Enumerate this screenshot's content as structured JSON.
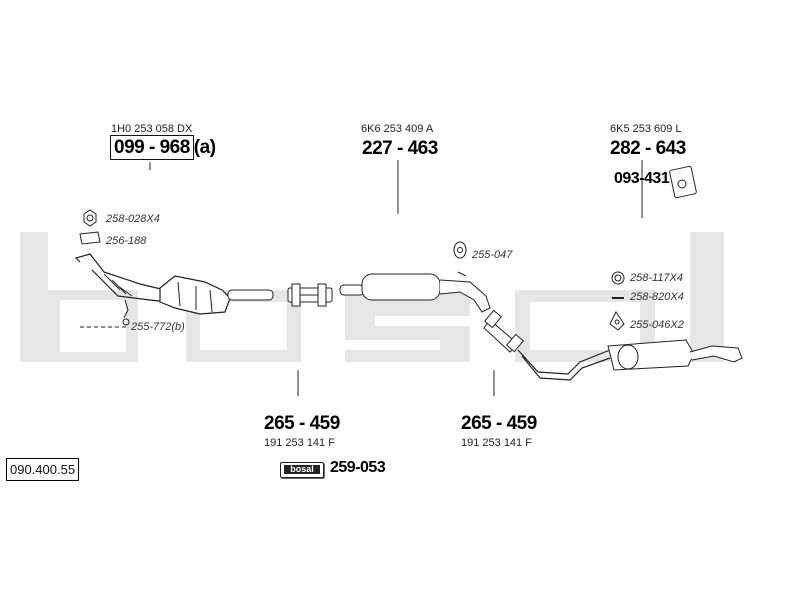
{
  "reference": "090.400.55",
  "brand_logo": "bosal",
  "colors": {
    "watermark": "#e6e6e6",
    "line": "#222222"
  },
  "parts": {
    "front": {
      "oe": "1H0 253 058 DX",
      "part": "099 - 968",
      "suffix": "(a)"
    },
    "middle": {
      "oe": "6K6 253 409 A",
      "part": "227 - 463"
    },
    "rear": {
      "oe": "6K5 253 609 L",
      "part": "282 - 643"
    },
    "rear_mount": {
      "part": "093-431"
    },
    "clamp_left": {
      "part": "265 - 459",
      "oe": "191 253 141 F"
    },
    "clamp_right": {
      "part": "265 - 459",
      "oe": "191 253 141 F"
    },
    "assembly_kit": {
      "part": "259-053"
    }
  },
  "accessories": {
    "nut": "258-028X4",
    "gasket": "256-188",
    "sensor": "255-772(b)",
    "hanger_mid": "255-047",
    "ring": "258-117X4",
    "bolt": "258-820X4",
    "hanger_rear": "255-046X2"
  }
}
